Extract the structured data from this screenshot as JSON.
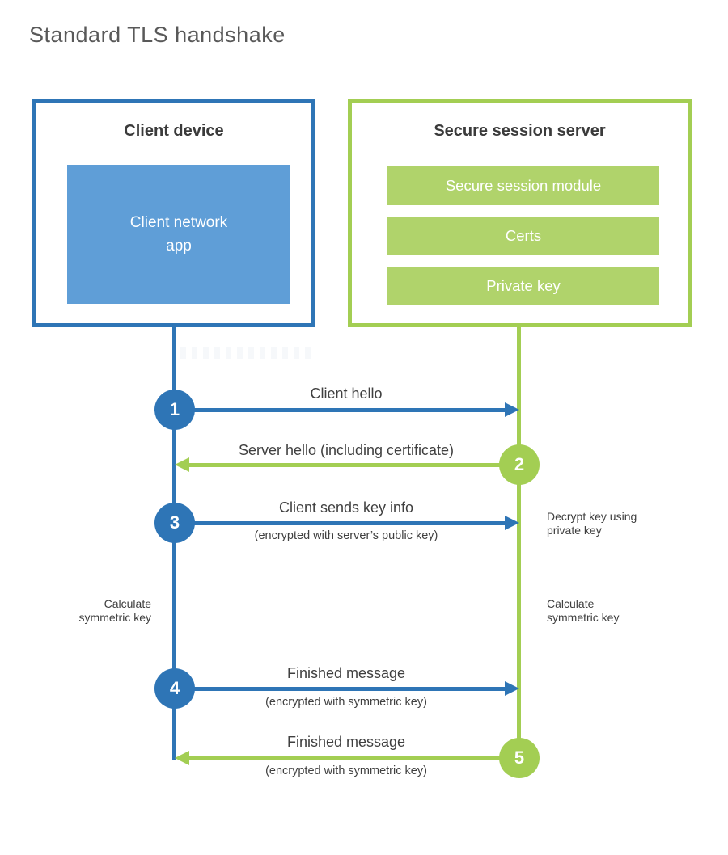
{
  "title": "Standard TLS handshake",
  "colors": {
    "blue": "#2E75B6",
    "blue_light": "#5F9ED7",
    "green": "#A3CE53",
    "green_light": "#B0D36B",
    "title_text": "#595959",
    "label_text": "#404040"
  },
  "client": {
    "title": "Client device",
    "app_label": "Client network\napp"
  },
  "server": {
    "title": "Secure session server",
    "modules": [
      {
        "label": "Secure session module"
      },
      {
        "label": "Certs"
      },
      {
        "label": "Private key"
      }
    ]
  },
  "messages": [
    {
      "step": "1",
      "direction": "right",
      "from": "client",
      "label": "Client hello",
      "sublabel": ""
    },
    {
      "step": "2",
      "direction": "left",
      "from": "server",
      "label": "Server hello (including certificate)",
      "sublabel": ""
    },
    {
      "step": "3",
      "direction": "right",
      "from": "client",
      "label": "Client sends key info",
      "sublabel": "(encrypted with server’s public key)"
    },
    {
      "step": "4",
      "direction": "right",
      "from": "client",
      "label": "Finished message",
      "sublabel": "(encrypted with symmetric key)"
    },
    {
      "step": "5",
      "direction": "left",
      "from": "server",
      "label": "Finished message",
      "sublabel": "(encrypted with symmetric key)"
    }
  ],
  "notes": {
    "decrypt": "Decrypt key using\nprivate key",
    "calc_client": "Calculate\nsymmetric key",
    "calc_server": "Calculate\nsymmetric key"
  }
}
